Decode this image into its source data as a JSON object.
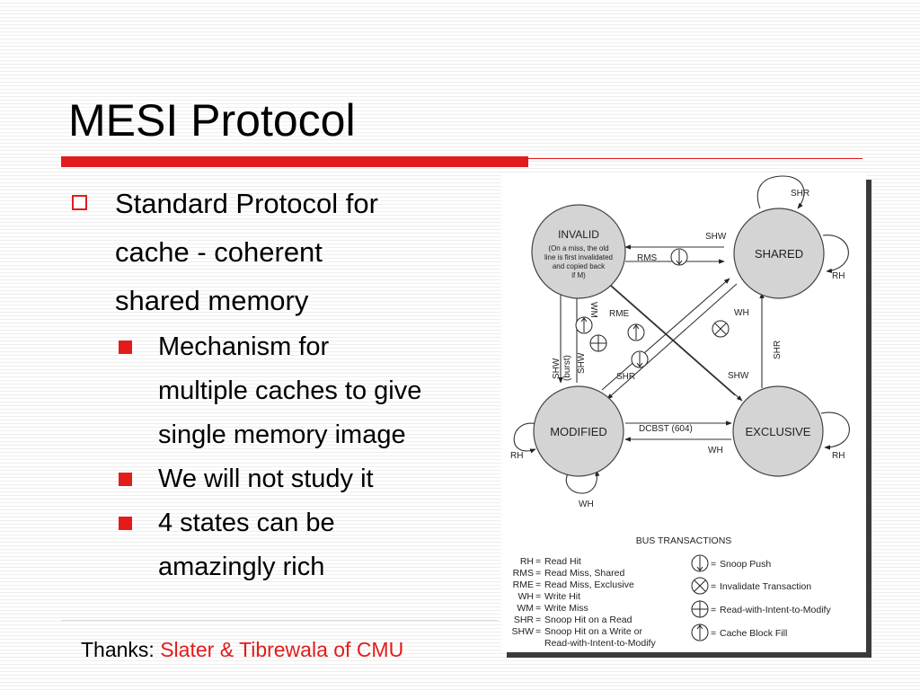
{
  "slide": {
    "title": "MESI Protocol",
    "bullets": [
      {
        "text": "Standard Protocol for cache - coherent shared memory",
        "lines": [
          "Standard Protocol for",
          "cache - coherent",
          "shared memory"
        ],
        "children": [
          {
            "lines": [
              "Mechanism for",
              "multiple caches to give",
              "single memory image"
            ]
          },
          {
            "lines": [
              "We will not study it"
            ]
          },
          {
            "lines": [
              "4 states can be",
              "amazingly rich"
            ]
          }
        ]
      }
    ],
    "footer": {
      "prefix": "Thanks: ",
      "credit": "Slater & Tibrewala of CMU"
    },
    "colors": {
      "accent": "#e31b1b",
      "state_fill": "#d4d4d4"
    }
  },
  "diagram": {
    "states": {
      "invalid": {
        "name": "INVALID",
        "note": [
          "(On a miss, the old",
          "line is first invalidated",
          "and copied back",
          "if M)"
        ]
      },
      "shared": {
        "name": "SHARED"
      },
      "modified": {
        "name": "MODIFIED"
      },
      "exclusive": {
        "name": "EXCLUSIVE"
      }
    },
    "labels": {
      "shr_shared_self": "SHR",
      "rh_shared_self": "RH",
      "shw_shared_to_invalid": "SHW",
      "rms_invalid_to_shared": "RMS",
      "rme_invalid_to_exclusive": "RME",
      "wm_invalid_to_modified": "WM",
      "shw_burst_modified_to_invalid": [
        "SHW",
        "(burst)"
      ],
      "shw_exclusive_to_invalid": "SHW",
      "wh_shared_to_modified": "WH",
      "shr_modified_to_shared": "SHR",
      "shw_exclusive_path": "SHW",
      "shr_exclusive_to_shared": "SHR",
      "dcbst": "DCBST (604)",
      "wh_exclusive_to_modified": "WH",
      "rh_modified_self": "RH",
      "wh_modified_self": "WH",
      "rh_exclusive_self": "RH"
    },
    "legend": {
      "title": "BUS TRANSACTIONS",
      "abbreviations": [
        {
          "abbr": "RH",
          "meaning": "Read Hit"
        },
        {
          "abbr": "RMS",
          "meaning": "Read Miss, Shared"
        },
        {
          "abbr": "RME",
          "meaning": "Read Miss, Exclusive"
        },
        {
          "abbr": "WH",
          "meaning": "Write Hit"
        },
        {
          "abbr": "WM",
          "meaning": "Write Miss"
        },
        {
          "abbr": "SHR",
          "meaning": "Snoop Hit on a Read"
        },
        {
          "abbr": "SHW",
          "meaning": "Snoop Hit on a Write or",
          "meaning2": "Read-with-Intent-to-Modify"
        }
      ],
      "symbols": [
        {
          "icon": "snoop-push-icon",
          "meaning": "Snoop Push"
        },
        {
          "icon": "invalidate-transaction-icon",
          "meaning": "Invalidate Transaction"
        },
        {
          "icon": "read-with-intent-to-modify-icon",
          "meaning": "Read-with-Intent-to-Modify"
        },
        {
          "icon": "cache-block-fill-icon",
          "meaning": "Cache Block Fill"
        }
      ]
    }
  }
}
